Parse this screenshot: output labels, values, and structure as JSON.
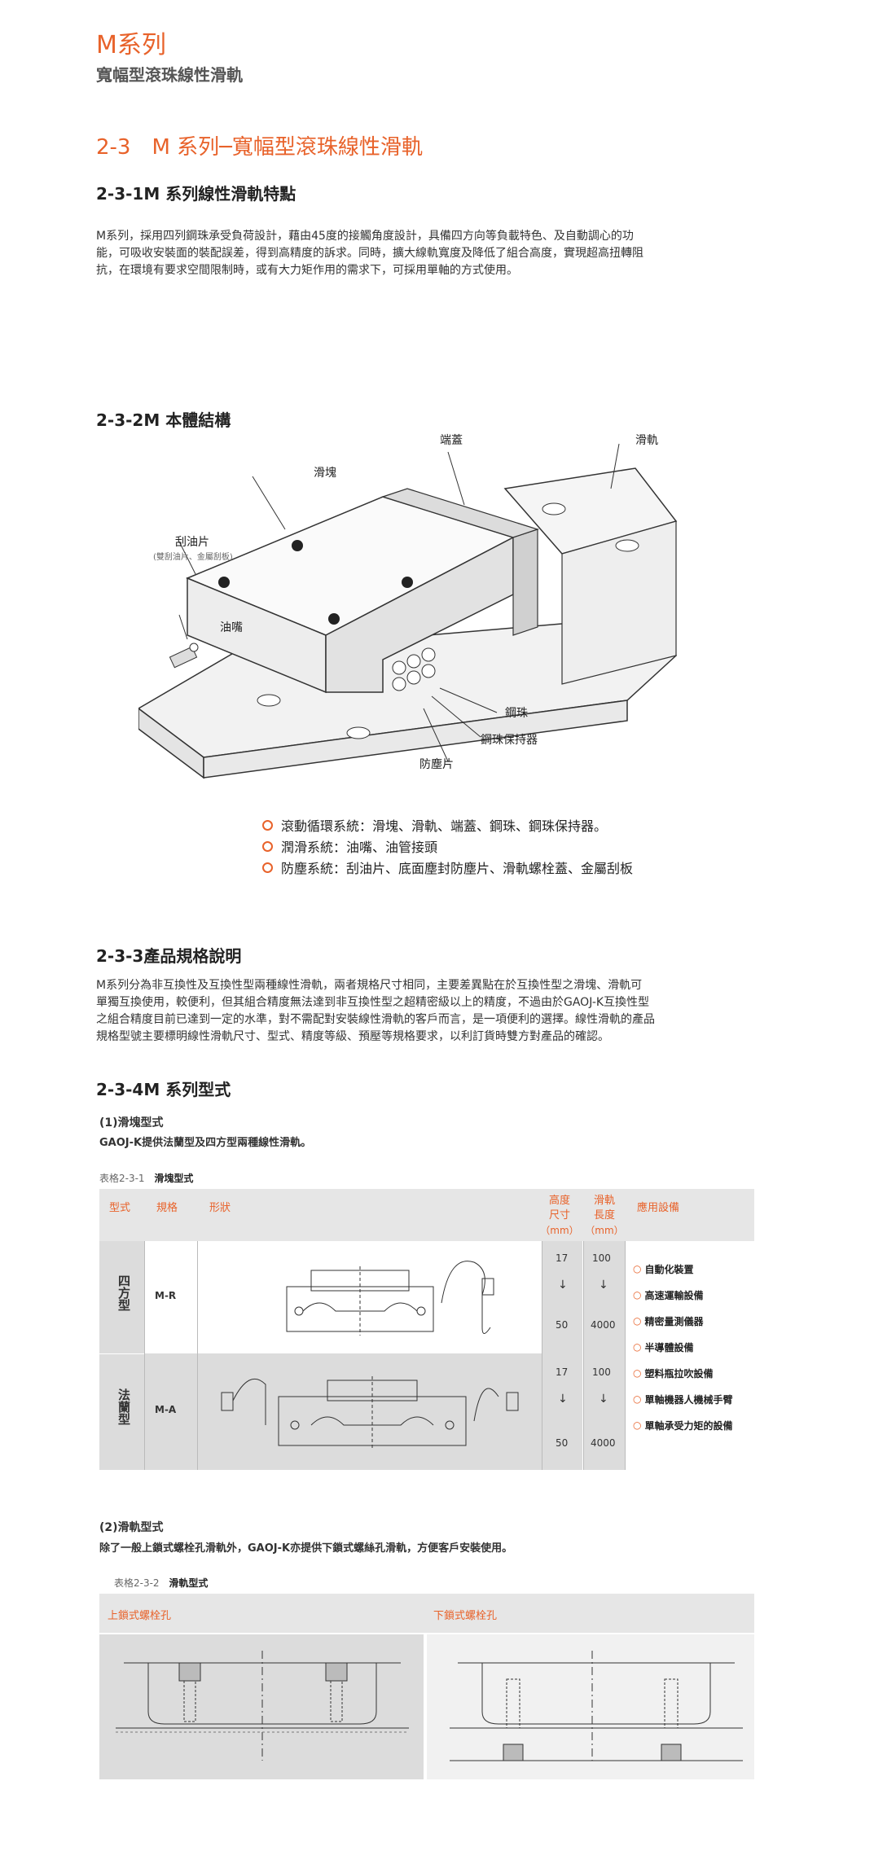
{
  "header": {
    "title": "M系列",
    "subtitle": "寬幅型滾珠線性滑軌"
  },
  "section": {
    "title": "2-3　M 系列─寬幅型滾珠線性滑軌"
  },
  "s1": {
    "title": "2-3-1M 系列線性滑軌特點",
    "lines": [
      "M系列，採用四列鋼珠承受負荷設計，藉由45度的接觸角度設計，具備四方向等負載特色、及自動調心的功",
      "能，可吸收安裝面的裝配誤差，得到高精度的訴求。同時，擴大線軌寬度及降低了組合高度，實現超高扭轉阻",
      "抗，在環境有要求空間限制時，或有大力矩作用的需求下，可採用單軸的方式使用。"
    ]
  },
  "s2": {
    "title": "2-3-2M 本體結構",
    "labels": {
      "end_cap": "端蓋",
      "rail": "滑軌",
      "block": "滑塊",
      "scraper": "刮油片",
      "scraper_note": "(雙刮油片、金屬刮板)",
      "nozzle": "油嘴",
      "ball": "鋼珠",
      "retainer": "鋼珠保持器",
      "dust_seal": "防塵片"
    },
    "features": [
      "滾動循環系統：滑塊、滑軌、端蓋、鋼珠、鋼珠保持器。",
      "潤滑系統：油嘴、油管接頭",
      "防塵系統：刮油片、底面塵封防塵片、滑軌螺栓蓋、金屬刮板"
    ]
  },
  "s3": {
    "title": "2-3-3產品規格說明",
    "lines": [
      "M系列分為非互換性及互換性型兩種線性滑軌，兩者規格尺寸相同，主要差異點在於互換性型之滑塊、滑軌可",
      "單獨互換使用，較便利，但其組合精度無法達到非互換性型之超精密級以上的精度，不過由於GAOJ-K互換性型",
      "之組合精度目前已達到一定的水準，對不需配對安裝線性滑軌的客戶而言，是一項便利的選擇。線性滑軌的產品",
      "規格型號主要標明線性滑軌尺寸、型式、精度等級、預壓等規格要求，以利訂貨時雙方對產品的確認。"
    ]
  },
  "s4": {
    "title": "2-3-4M 系列型式",
    "p1_title": "(1)滑塊型式",
    "p1_text": "GAOJ-K提供法蘭型及四方型兩種線性滑軌。",
    "table1": {
      "caption_no": "表格2-3-1",
      "caption_title": "滑塊型式",
      "headers": {
        "type": "型式",
        "spec": "規格",
        "shape": "形狀",
        "height_1": "高度",
        "height_2": "尺寸",
        "height_unit": "（mm）",
        "length_1": "滑軌",
        "length_2": "長度",
        "length_unit": "（mm）",
        "app": "應用設備"
      },
      "rows": [
        {
          "type": "四方型",
          "spec": "M-R",
          "h_min": "17",
          "h_max": "50",
          "l_min": "100",
          "l_max": "4000"
        },
        {
          "type": "法蘭型",
          "spec": "M-A",
          "h_min": "17",
          "h_max": "50",
          "l_min": "100",
          "l_max": "4000"
        }
      ],
      "arrow": "↓",
      "applications": [
        "自動化裝置",
        "高速運輸設備",
        "精密量測儀器",
        "半導體設備",
        "塑料瓶拉吹設備",
        "單軸機器人機械手臂",
        "單軸承受力矩的設備"
      ]
    },
    "p2_title": "(2)滑軌型式",
    "p2_text": "除了一般上鎖式螺栓孔滑軌外，GAOJ-K亦提供下鎖式螺絲孔滑軌，方便客戶安裝使用。",
    "table2": {
      "caption_no": "表格2-3-2",
      "caption_title": "滑軌型式",
      "col1": "上鎖式螺栓孔",
      "col2": "下鎖式螺栓孔"
    }
  },
  "colors": {
    "accent": "#e8622a",
    "table_header": "#e6e6e6",
    "table_cell_gray": "#dcdcdc"
  }
}
